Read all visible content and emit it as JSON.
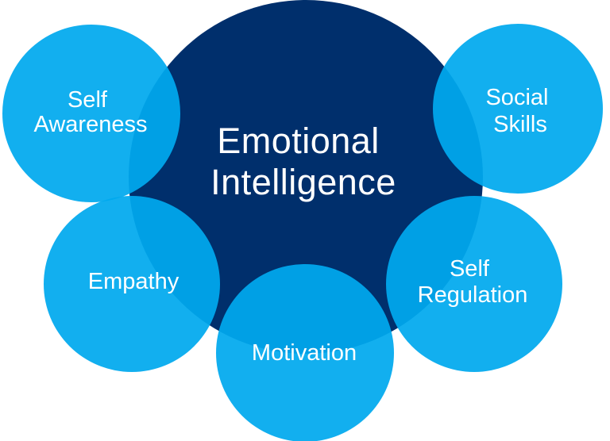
{
  "diagram": {
    "title": {
      "line1": "Emotional",
      "line2": "Intelligence"
    },
    "satellites": [
      {
        "name": "Self Awareness",
        "line1": "Self",
        "line2": "Awareness"
      },
      {
        "name": "Social Skills",
        "line1": "Social",
        "line2": "Skills"
      },
      {
        "name": "Empathy",
        "line1": "Empathy"
      },
      {
        "name": "Motivation",
        "line1": "Motivation"
      },
      {
        "name": "Self Regulation",
        "line1": "Self",
        "line2": "Regulation"
      }
    ]
  },
  "colors": {
    "center_circle": "#002F6C",
    "satellite_circle": "#00A9EE",
    "text": "#FFFFFF",
    "background": "#FFFFFF"
  }
}
